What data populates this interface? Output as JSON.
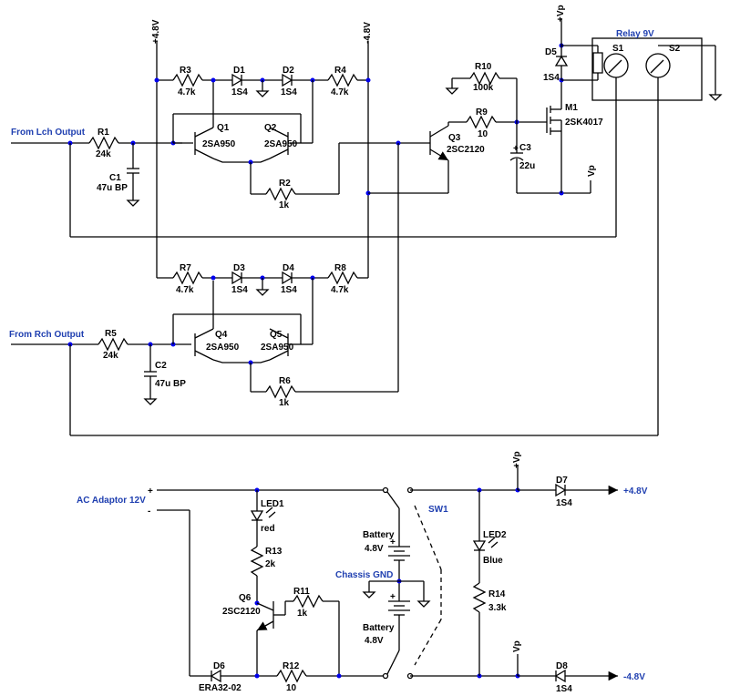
{
  "nets": {
    "pos48": "+4.8V",
    "neg48": "-4.8V",
    "vp": "Vp",
    "vp_pos": "+Vp",
    "out_pos": "+4.8V",
    "out_neg": "-4.8V",
    "chassis": "Chassis GND"
  },
  "inputs": {
    "lch": "From Lch Output",
    "rch": "From Rch Output",
    "ac": "AC Adaptor 12V",
    "ac_plus": "+",
    "ac_minus": "-"
  },
  "relay": {
    "title": "Relay 9V",
    "s1": "S1",
    "s2": "S2"
  },
  "switch": {
    "name": "SW1"
  },
  "components": {
    "R1": {
      "ref": "R1",
      "val": "24k"
    },
    "R2": {
      "ref": "R2",
      "val": "1k"
    },
    "R3": {
      "ref": "R3",
      "val": "4.7k"
    },
    "R4": {
      "ref": "R4",
      "val": "4.7k"
    },
    "R5": {
      "ref": "R5",
      "val": "24k"
    },
    "R6": {
      "ref": "R6",
      "val": "1k"
    },
    "R7": {
      "ref": "R7",
      "val": "4.7k"
    },
    "R8": {
      "ref": "R8",
      "val": "4.7k"
    },
    "R9": {
      "ref": "R9",
      "val": "10"
    },
    "R10": {
      "ref": "R10",
      "val": "100k"
    },
    "R11": {
      "ref": "R11",
      "val": "1k"
    },
    "R12": {
      "ref": "R12",
      "val": "10"
    },
    "R13": {
      "ref": "R13",
      "val": "2k"
    },
    "R14": {
      "ref": "R14",
      "val": "3.3k"
    },
    "C1": {
      "ref": "C1",
      "val": "47u BP"
    },
    "C2": {
      "ref": "C2",
      "val": "47u BP"
    },
    "C3": {
      "ref": "C3",
      "val": "22u"
    },
    "D1": {
      "ref": "D1",
      "val": "1S4"
    },
    "D2": {
      "ref": "D2",
      "val": "1S4"
    },
    "D3": {
      "ref": "D3",
      "val": "1S4"
    },
    "D4": {
      "ref": "D4",
      "val": "1S4"
    },
    "D5": {
      "ref": "D5",
      "val": "1S4"
    },
    "D6": {
      "ref": "D6",
      "val": "ERA32-02"
    },
    "D7": {
      "ref": "D7",
      "val": "1S4"
    },
    "D8": {
      "ref": "D8",
      "val": "1S4"
    },
    "Q1": {
      "ref": "Q1",
      "val": "2SA950"
    },
    "Q2": {
      "ref": "Q2",
      "val": "2SA950"
    },
    "Q3": {
      "ref": "Q3",
      "val": "2SC2120"
    },
    "Q4": {
      "ref": "Q4",
      "val": "2SA950"
    },
    "Q5": {
      "ref": "Q5",
      "val": "2SA950"
    },
    "Q6": {
      "ref": "Q6",
      "val": "2SC2120"
    },
    "M1": {
      "ref": "M1",
      "val": "2SK4017"
    },
    "LED1": {
      "ref": "LED1",
      "val": "red"
    },
    "LED2": {
      "ref": "LED2",
      "val": "Blue"
    },
    "BAT1": {
      "ref": "Battery",
      "val": "4.8V"
    },
    "BAT2": {
      "ref": "Battery",
      "val": "4.8V"
    }
  },
  "colors": {
    "wire": "#000000",
    "junction": "#0000ee",
    "label": "#1f3fb0"
  }
}
